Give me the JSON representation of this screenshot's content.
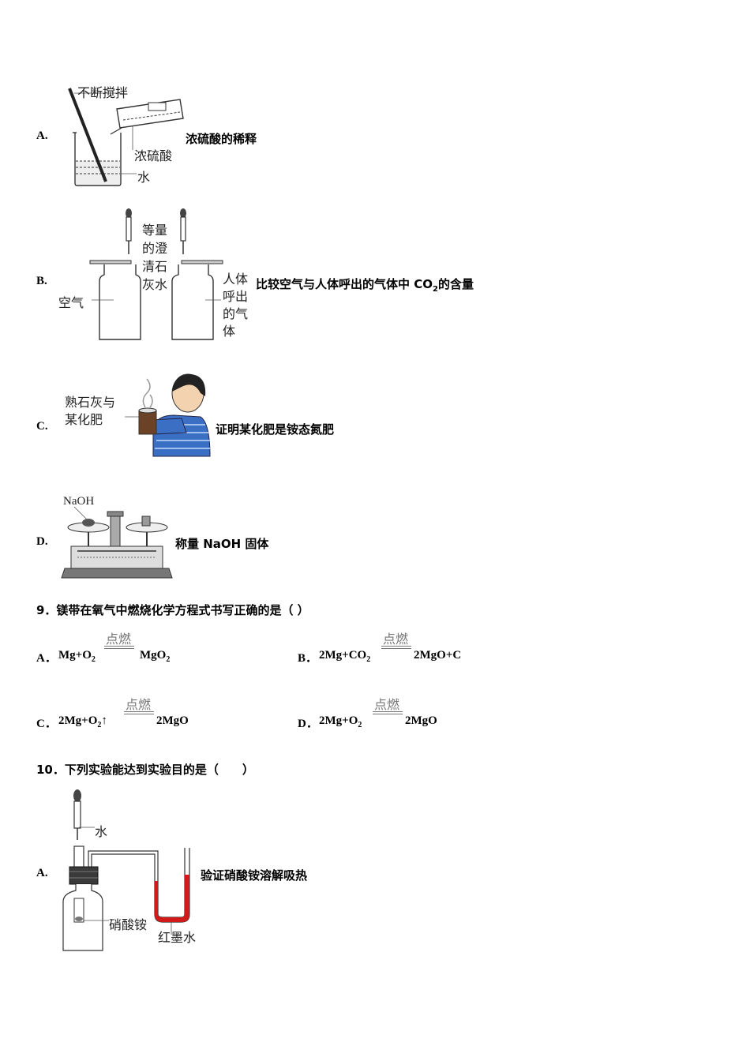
{
  "q8": {
    "options": [
      {
        "letter": "A.",
        "text": "浓硫酸的稀释",
        "labels": {
          "stir": "不断搅拌",
          "acid": "浓硫酸",
          "water": "水"
        }
      },
      {
        "letter": "B.",
        "text_pre": "比较空气与人体呼出的气体中 CO",
        "text_sub": "2",
        "text_post": "的含量",
        "labels": {
          "lime_1": "等量",
          "lime_2": "的澄",
          "lime_3": "清石",
          "lime_4": "灰水",
          "air": "空气",
          "breath_1": "人体",
          "breath_2": "呼出",
          "breath_3": "的气",
          "breath_4": "体"
        }
      },
      {
        "letter": "C.",
        "text": "证明某化肥是铵态氮肥",
        "labels": {
          "line1": "熟石灰与",
          "line2": "某化肥"
        }
      },
      {
        "letter": "D.",
        "text": "称量 NaOH 固体",
        "labels": {
          "naoh": "NaOH"
        }
      }
    ]
  },
  "q9": {
    "title": "9．镁带在氧气中燃烧化学方程式书写正确的是（ ）",
    "condition": "点燃",
    "options": [
      {
        "letter": "A．",
        "left_pre": "Mg+O",
        "left_sub": "2",
        "left_post": "",
        "right_pre": "MgO",
        "right_sub": "2",
        "right_post": ""
      },
      {
        "letter": "B．",
        "left_pre": "2Mg+CO",
        "left_sub": "2",
        "left_post": "",
        "right_pre": "2MgO+C",
        "right_sub": "",
        "right_post": ""
      },
      {
        "letter": "C．",
        "left_pre": "2Mg+O",
        "left_sub": "2",
        "left_post": "↑",
        "right_pre": "2MgO",
        "right_sub": "",
        "right_post": ""
      },
      {
        "letter": "D．",
        "left_pre": "2Mg+O",
        "left_sub": "2",
        "left_post": "",
        "right_pre": "2MgO",
        "right_sub": "",
        "right_post": ""
      }
    ]
  },
  "q10": {
    "title": "10．下列实验能达到实验目的是（　　）",
    "options": [
      {
        "letter": "A.",
        "text": "验证硝酸铵溶解吸热",
        "labels": {
          "water": "水",
          "salt": "硝酸铵",
          "ink": "红墨水"
        }
      }
    ]
  },
  "colors": {
    "liquid_red": "#d21a1a",
    "sweater_blue": "#3b6fc4",
    "cond_gray": "#777777"
  }
}
